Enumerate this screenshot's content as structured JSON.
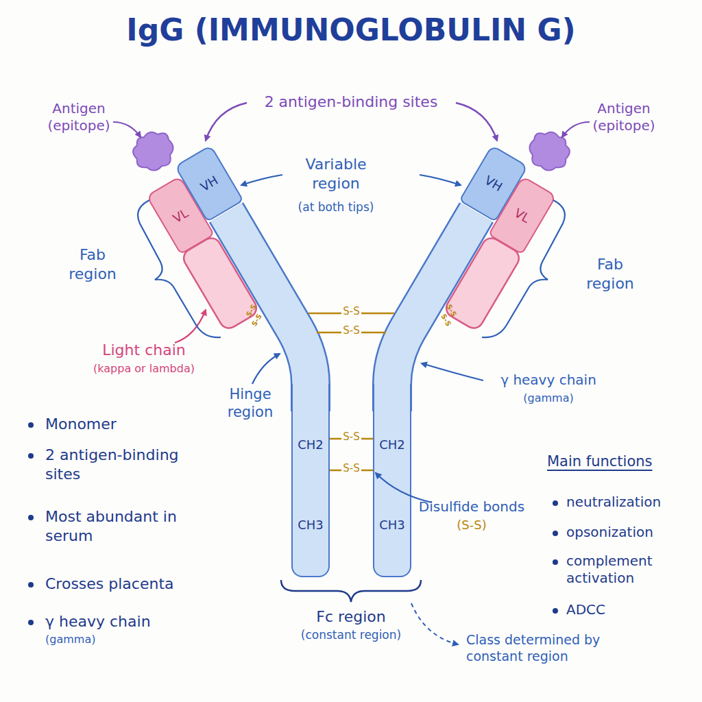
{
  "diagram": {
    "title": "IgG (IMMUNOGLOBULIN G)",
    "nodes": [
      {
        "text": [
          "VL"
        ]
      },
      {
        "text": [
          "VH"
        ]
      },
      {
        "text": [
          "VH"
        ]
      },
      {
        "text": [
          "VL"
        ]
      },
      {
        "text": [
          "CH2",
          "CH3"
        ]
      },
      {
        "text": [
          "CH2",
          "CH3"
        ]
      }
    ],
    "labels": [
      "2 antigen-binding sites",
      "Antigen (epitope)",
      "Antigen (epitope)",
      "Variable region",
      "(at both tips)",
      "Fab region",
      "Fab region",
      "S-S",
      "S-S",
      "S-S",
      "S-S",
      "S-S",
      "S-S",
      "Light chain",
      "(kappa or lambda)",
      "Hinge region",
      "γ heavy chain",
      "(gamma)",
      "S-S",
      "S-S",
      "Disulfide bonds",
      "(S-S)",
      "Monomer",
      "2 antigen-binding sites",
      "Most abundant in serum",
      "Crosses placenta",
      "γ heavy chain",
      "(gamma)",
      "Main functions",
      "neutralization",
      "opsonization",
      "complement activation",
      "ADCC",
      "Fc region",
      "(constant region)",
      "Class determined by constant region"
    ]
  }
}
